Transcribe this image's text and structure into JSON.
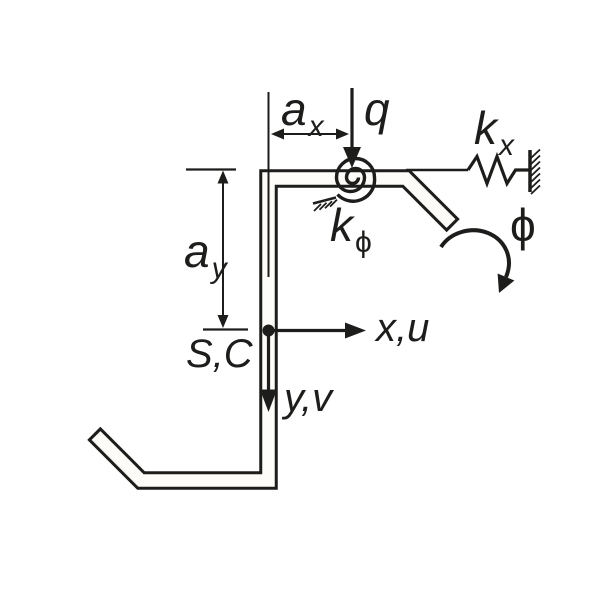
{
  "figure": {
    "type": "mechanics-cross-section-diagram",
    "colors": {
      "line": "#1d1d1b",
      "background": "#ffffff",
      "section_fill": "#fdfcf8"
    },
    "labels": {
      "dim_ax": {
        "base": "a",
        "sub": "x"
      },
      "load_q": {
        "text": "q"
      },
      "spring_kx": {
        "base": "k",
        "sub": "x"
      },
      "spring_kphi": {
        "base": "k",
        "sub": "ϕ"
      },
      "dim_ay": {
        "base": "a",
        "sub": "y"
      },
      "point_sc": {
        "text": "S,C"
      },
      "axis_xu": {
        "text": "x,u"
      },
      "axis_yv": {
        "text": "y,v"
      },
      "rotation_phi": {
        "text": "ϕ"
      }
    }
  }
}
